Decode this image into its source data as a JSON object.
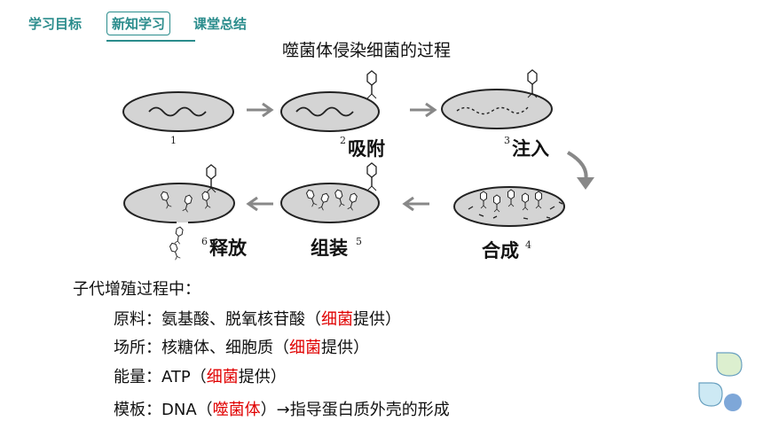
{
  "nav": {
    "tabs": [
      {
        "label": "学习目标",
        "active": false
      },
      {
        "label": "新知学习",
        "active": true
      },
      {
        "label": "课堂总结",
        "active": false
      }
    ]
  },
  "title": "噬菌体侵染细菌的过程",
  "stages": [
    {
      "num": "1",
      "label": ""
    },
    {
      "num": "2",
      "label": "吸附"
    },
    {
      "num": "3",
      "label": "注入"
    },
    {
      "num": "4",
      "label": "合成"
    },
    {
      "num": "5",
      "label": "组装"
    },
    {
      "num": "6",
      "label": "释放"
    }
  ],
  "summary": {
    "lead": "子代增殖过程中：",
    "rows": [
      {
        "key": "原料：",
        "pre": "氨基酸、脱氧核苷酸（",
        "red": "细菌",
        "post": "提供）"
      },
      {
        "key": "场所：",
        "pre": "核糖体、细胞质（",
        "red": "细菌",
        "post": "提供）"
      },
      {
        "key": "能量：",
        "pre": "ATP（",
        "red": "细菌",
        "post": "提供）"
      },
      {
        "key": "模板：",
        "pre": "DNA（",
        "red": "噬菌体",
        "post": "）→指导蛋白质外壳的形成"
      }
    ]
  },
  "colors": {
    "accent": "#2a8c8c",
    "highlight": "#e00000",
    "cell_fill": "#d4d4d4",
    "deco_blue": "#cde9f4"
  }
}
